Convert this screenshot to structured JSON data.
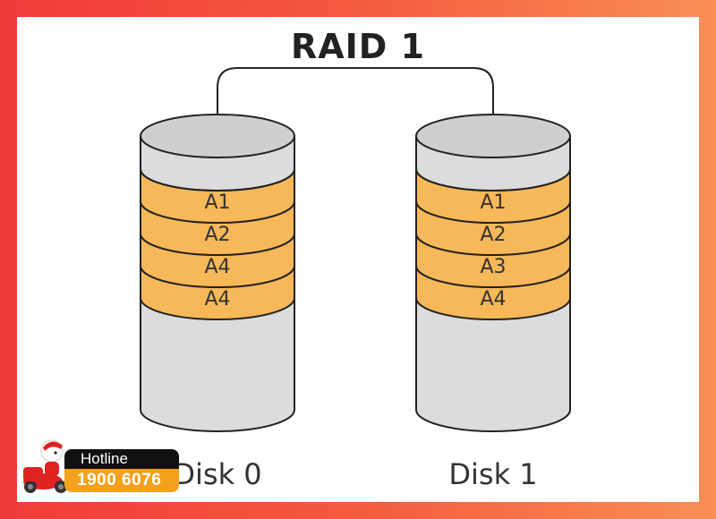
{
  "title": "RAID 1",
  "disks": [
    {
      "label": "Disk 0",
      "blocks": [
        "A1",
        "A2",
        "A4",
        "A4"
      ]
    },
    {
      "label": "Disk 1",
      "blocks": [
        "A1",
        "A2",
        "A3",
        "A4"
      ]
    }
  ],
  "hotline": {
    "label": "Hotline",
    "number": "1900 6076"
  },
  "colors": {
    "block_fill": "#f7b859",
    "cylinder_fill": "#dcdcdc",
    "cylinder_top": "#cfcfcf",
    "outline": "#222222",
    "frame_gradient_start": "#f13a3a",
    "frame_gradient_end": "#f98f55",
    "hotline_accent": "#f5a11b"
  }
}
